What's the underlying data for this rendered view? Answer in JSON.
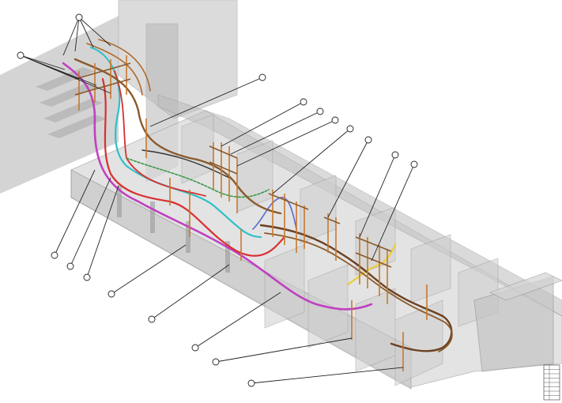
{
  "diagram": {
    "kind": "isometric-piping-model",
    "colors": {
      "background": "#ffffff",
      "wall_fill": "#bdbdbd",
      "wall_stroke": "#8a8a8a",
      "support_orange": "#c8782c",
      "support_brown": "#8b5a2b",
      "pipe_magenta": "#c040c0",
      "pipe_cyan": "#30c0c8",
      "pipe_red": "#d83030",
      "pipe_green": "#3a9a4a",
      "pipe_blue": "#5a6ad0",
      "pipe_yellow": "#e8d040",
      "leader_line": "#222222"
    },
    "callouts": [
      {
        "id": "c1",
        "label": ""
      },
      {
        "id": "c2",
        "label": ""
      },
      {
        "id": "c3",
        "label": ""
      },
      {
        "id": "c4",
        "label": ""
      },
      {
        "id": "c5",
        "label": ""
      },
      {
        "id": "c6",
        "label": ""
      },
      {
        "id": "c7",
        "label": ""
      },
      {
        "id": "c8",
        "label": ""
      },
      {
        "id": "c9",
        "label": ""
      },
      {
        "id": "c10",
        "label": ""
      },
      {
        "id": "c11",
        "label": ""
      },
      {
        "id": "c12",
        "label": ""
      },
      {
        "id": "c13",
        "label": ""
      },
      {
        "id": "c14",
        "label": ""
      },
      {
        "id": "c15",
        "label": ""
      },
      {
        "id": "c16",
        "label": ""
      },
      {
        "id": "c17",
        "label": ""
      },
      {
        "id": "c18",
        "label": ""
      },
      {
        "id": "c19",
        "label": ""
      },
      {
        "id": "c20",
        "label": ""
      }
    ],
    "legend": {
      "rows": [
        "",
        "",
        "",
        "",
        "",
        "",
        "",
        ""
      ]
    }
  }
}
